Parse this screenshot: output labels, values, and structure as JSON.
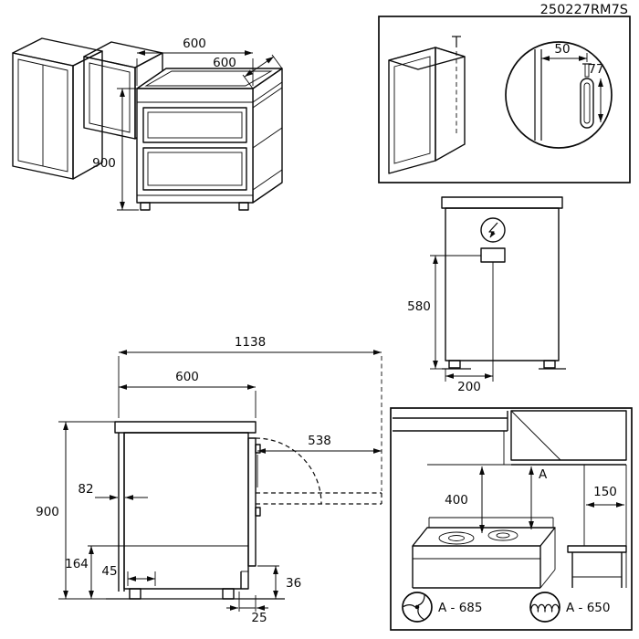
{
  "document": {
    "code": "250227RM7S"
  },
  "overview_panel": {
    "width": "600",
    "depth": "600",
    "height": "900"
  },
  "bracket_panel": {
    "screw_offset": "50",
    "bracket_length": "77"
  },
  "rear_panel": {
    "connection_height": "580",
    "connection_offset": "200"
  },
  "side_panel": {
    "depth_door_open": "1138",
    "depth": "600",
    "door_projection": "538",
    "height": "900",
    "rear_gap": "82",
    "plinth_height": "164",
    "foot_inset": "45",
    "plinth_recess": "25",
    "floor_gap": "36"
  },
  "clearance_panel": {
    "min_distance": "400",
    "hood_clearance_label": "A",
    "side_distance": "150",
    "legend": [
      {
        "icon": "fan-symbol",
        "label": "A - 685"
      },
      {
        "icon": "coil-symbol",
        "label": "A - 650"
      }
    ]
  },
  "colors": {
    "ink": "#0a0a0a",
    "background": "#ffffff"
  }
}
